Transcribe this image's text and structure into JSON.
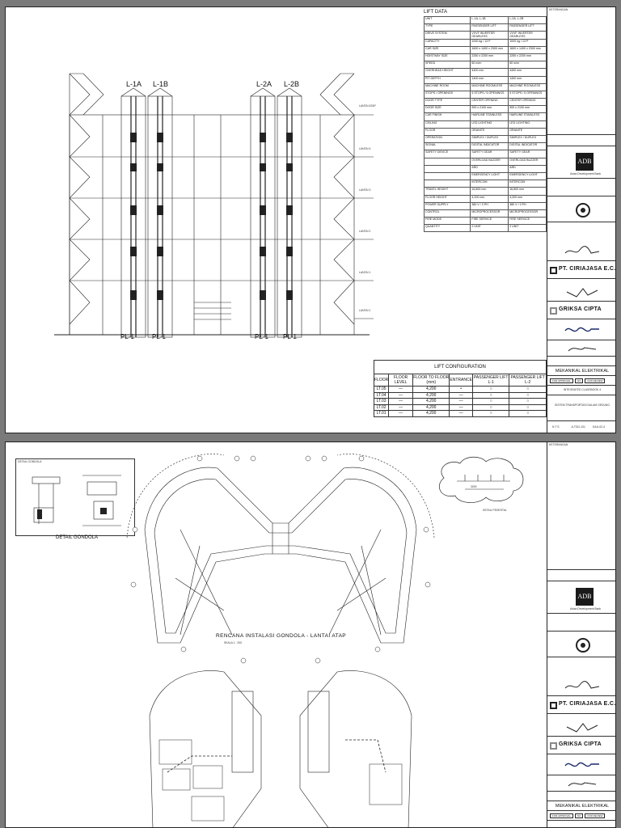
{
  "sheet1": {
    "lift_labels": [
      "L-1A",
      "L-1B",
      "L-2A",
      "L-2B"
    ],
    "pit_labels": [
      "PL-1",
      "PL-1",
      "PL-1",
      "PL-1"
    ],
    "level_labels": [
      "LANTAI ATAP",
      "LANTAI 4",
      "LANTAI 3",
      "LANTAI 2",
      "LANTAI 1",
      "LANTAI 1"
    ],
    "lift_data": {
      "title": "LIFT DATA",
      "rows": [
        [
          "UNIT",
          "L-1A, L-1B",
          "L-2A, L-2B"
        ],
        [
          "TYPE",
          "PASSENGER LIFT",
          "PASSENGER LIFT"
        ],
        [
          "DRIVE SYSTEM",
          "VVVF INVERTER GEARLESS",
          "VVVF INVERTER GEARLESS"
        ],
        [
          "CAPACITY",
          "1000 kg / 13 P",
          "1000 kg / 13 P"
        ],
        [
          "CAR SIZE",
          "1600 x 1400 x 2300 mm",
          "1600 x 1400 x 2300 mm"
        ],
        [
          "HOISTWAY SIZE",
          "2250 x 2200 mm",
          "2250 x 2200 mm"
        ],
        [
          "SPEED",
          "60 m/m",
          "60 m/m"
        ],
        [
          "OVERHEAD HEIGHT",
          "4400 mm",
          "4400 mm"
        ],
        [
          "PIT DEPTH",
          "1400 mm",
          "1400 mm"
        ],
        [
          "MACHINE ROOM",
          "MACHINE ROOMLESS",
          "MACHINE ROOMLESS"
        ],
        [
          "STOPS / OPENINGS",
          "5 STOPS / 5 OPENINGS",
          "5 STOPS / 5 OPENINGS"
        ],
        [
          "DOOR TYPE",
          "CENTER OPENING",
          "CENTER OPENING"
        ],
        [
          "DOOR SIZE",
          "900 x 2100 mm",
          "900 x 2100 mm"
        ],
        [
          "CAR FINISH",
          "HAIRLINE STAINLESS",
          "HAIRLINE STAINLESS"
        ],
        [
          "CEILING",
          "LED LIGHTING",
          "LED LIGHTING"
        ],
        [
          "FLOOR",
          "GRANITE",
          "GRANITE"
        ],
        [
          "OPERATION",
          "SIMPLEX / DUPLEX",
          "SIMPLEX / DUPLEX"
        ],
        [
          "SIGNAL",
          "DIGITAL INDICATOR",
          "DIGITAL INDICATOR"
        ],
        [
          "SAFETY DEVICE",
          "SAFETY GEAR",
          "SAFETY GEAR"
        ],
        [
          "",
          "OVERLOAD BUZZER",
          "OVERLOAD BUZZER"
        ],
        [
          "",
          "ARD",
          "ARD"
        ],
        [
          "",
          "EMERGENCY LIGHT",
          "EMERGENCY LIGHT"
        ],
        [
          "",
          "INTERCOM",
          "INTERCOM"
        ],
        [
          "TRAVEL HEIGHT",
          "16,800 mm",
          "16,800 mm"
        ],
        [
          "FLOOR HEIGHT",
          "4,200 mm",
          "4,200 mm"
        ],
        [
          "POWER SUPPLY",
          "380 V / 3 PH",
          "380 V / 3 PH"
        ],
        [
          "CONTROL",
          "MICROPROCESSOR",
          "MICROPROCESSOR"
        ],
        [
          "FIRE MODE",
          "FIRE SERVICE",
          "FIRE SERVICE"
        ],
        [
          "QUANTITY",
          "2 UNIT",
          "2 UNIT"
        ]
      ]
    },
    "lift_config": {
      "title": "LIFT CONFIGURATION",
      "headers": [
        "FLOOR",
        "FLOOR LEVEL",
        "FLOOR TO FLOOR (mm)",
        "ENTRANCE",
        "PASSENGER LIFT L-1",
        "PASSENGER LIFT L-2"
      ],
      "rows": [
        [
          "LT.05",
          "—",
          "4,200",
          "•",
          "○",
          "○"
        ],
        [
          "LT.04",
          "—",
          "4,200",
          "—",
          "○",
          "○"
        ],
        [
          "LT.03",
          "—",
          "4,200",
          "—",
          "○",
          "○"
        ],
        [
          "LT.02",
          "—",
          "4,200",
          "—",
          "○",
          "○"
        ],
        [
          "LT.01",
          "—",
          "4,200",
          "—",
          "○",
          "○"
        ]
      ]
    }
  },
  "sheet2": {
    "detail_gondola": "DETAIL GONDOLA",
    "detail_label_top": "DETAIL GONDOLA",
    "detail_pedestal": "DETAIL PEDESTAL",
    "pedestal_dim": "3000",
    "plan_title": "RENCANA INSTALASI GONDOLA - LANTAI ATAP",
    "plan_scale": "SKALA 1 : 200"
  },
  "titleblock": {
    "header": "KETERANGAN",
    "adb_logo": "ADB",
    "adb_name": "Asian Development Bank",
    "company1": "PT. CIRIAJASA E.C.",
    "company2": "GRIKSA CIPTA",
    "discipline": "MEKANIKAL ELEKTRIKAL",
    "project": "INTEGRATED CLASSBOOK 4",
    "drawing_title": "SISTEM TRANSPORTASI DALAM GEDUNG",
    "scale": "N T S",
    "drawing_no": "A-TDG-101",
    "sheet_no": "GAU-02-4",
    "stamps": [
      "FOR APPROVAL",
      "NO",
      "FOR REVIEW"
    ]
  },
  "colors": {
    "ink": "#111111",
    "paper": "#ffffff",
    "background": "#7a7a7a"
  }
}
